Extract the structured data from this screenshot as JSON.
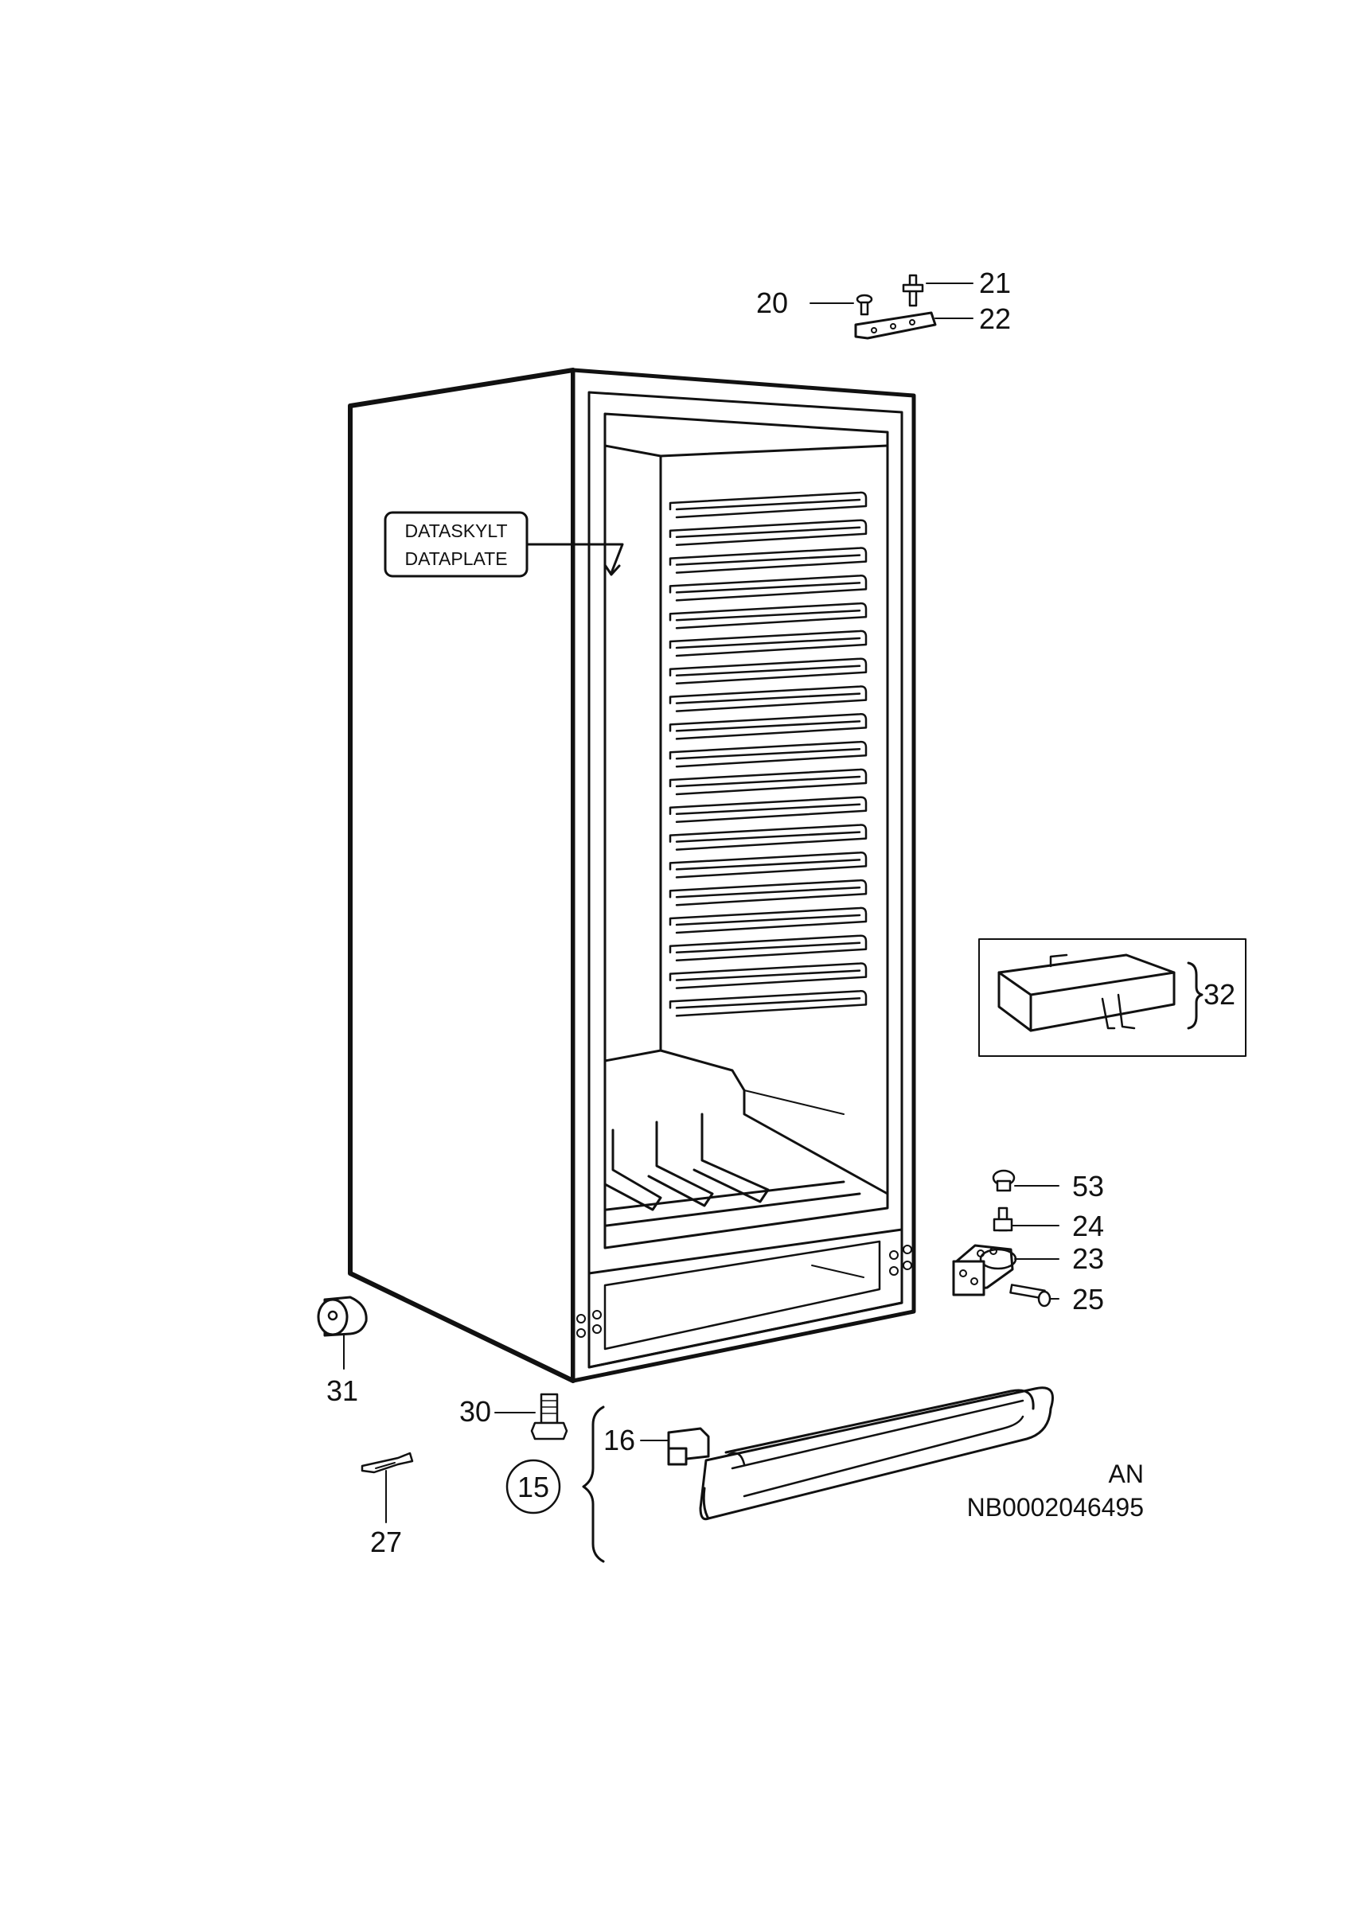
{
  "nameplate": {
    "line1": "DATASKYLT",
    "line2": "DATAPLATE"
  },
  "callouts": {
    "c15": "15",
    "c16": "16",
    "c20": "20",
    "c21": "21",
    "c22": "22",
    "c23": "23",
    "c24": "24",
    "c25": "25",
    "c27": "27",
    "c30": "30",
    "c31": "31",
    "c32": "32",
    "c53": "53"
  },
  "drawing_code": {
    "line1": "AN",
    "line2": "NB0002046495"
  },
  "colors": {
    "ink": "#111111",
    "paper": "#ffffff"
  }
}
